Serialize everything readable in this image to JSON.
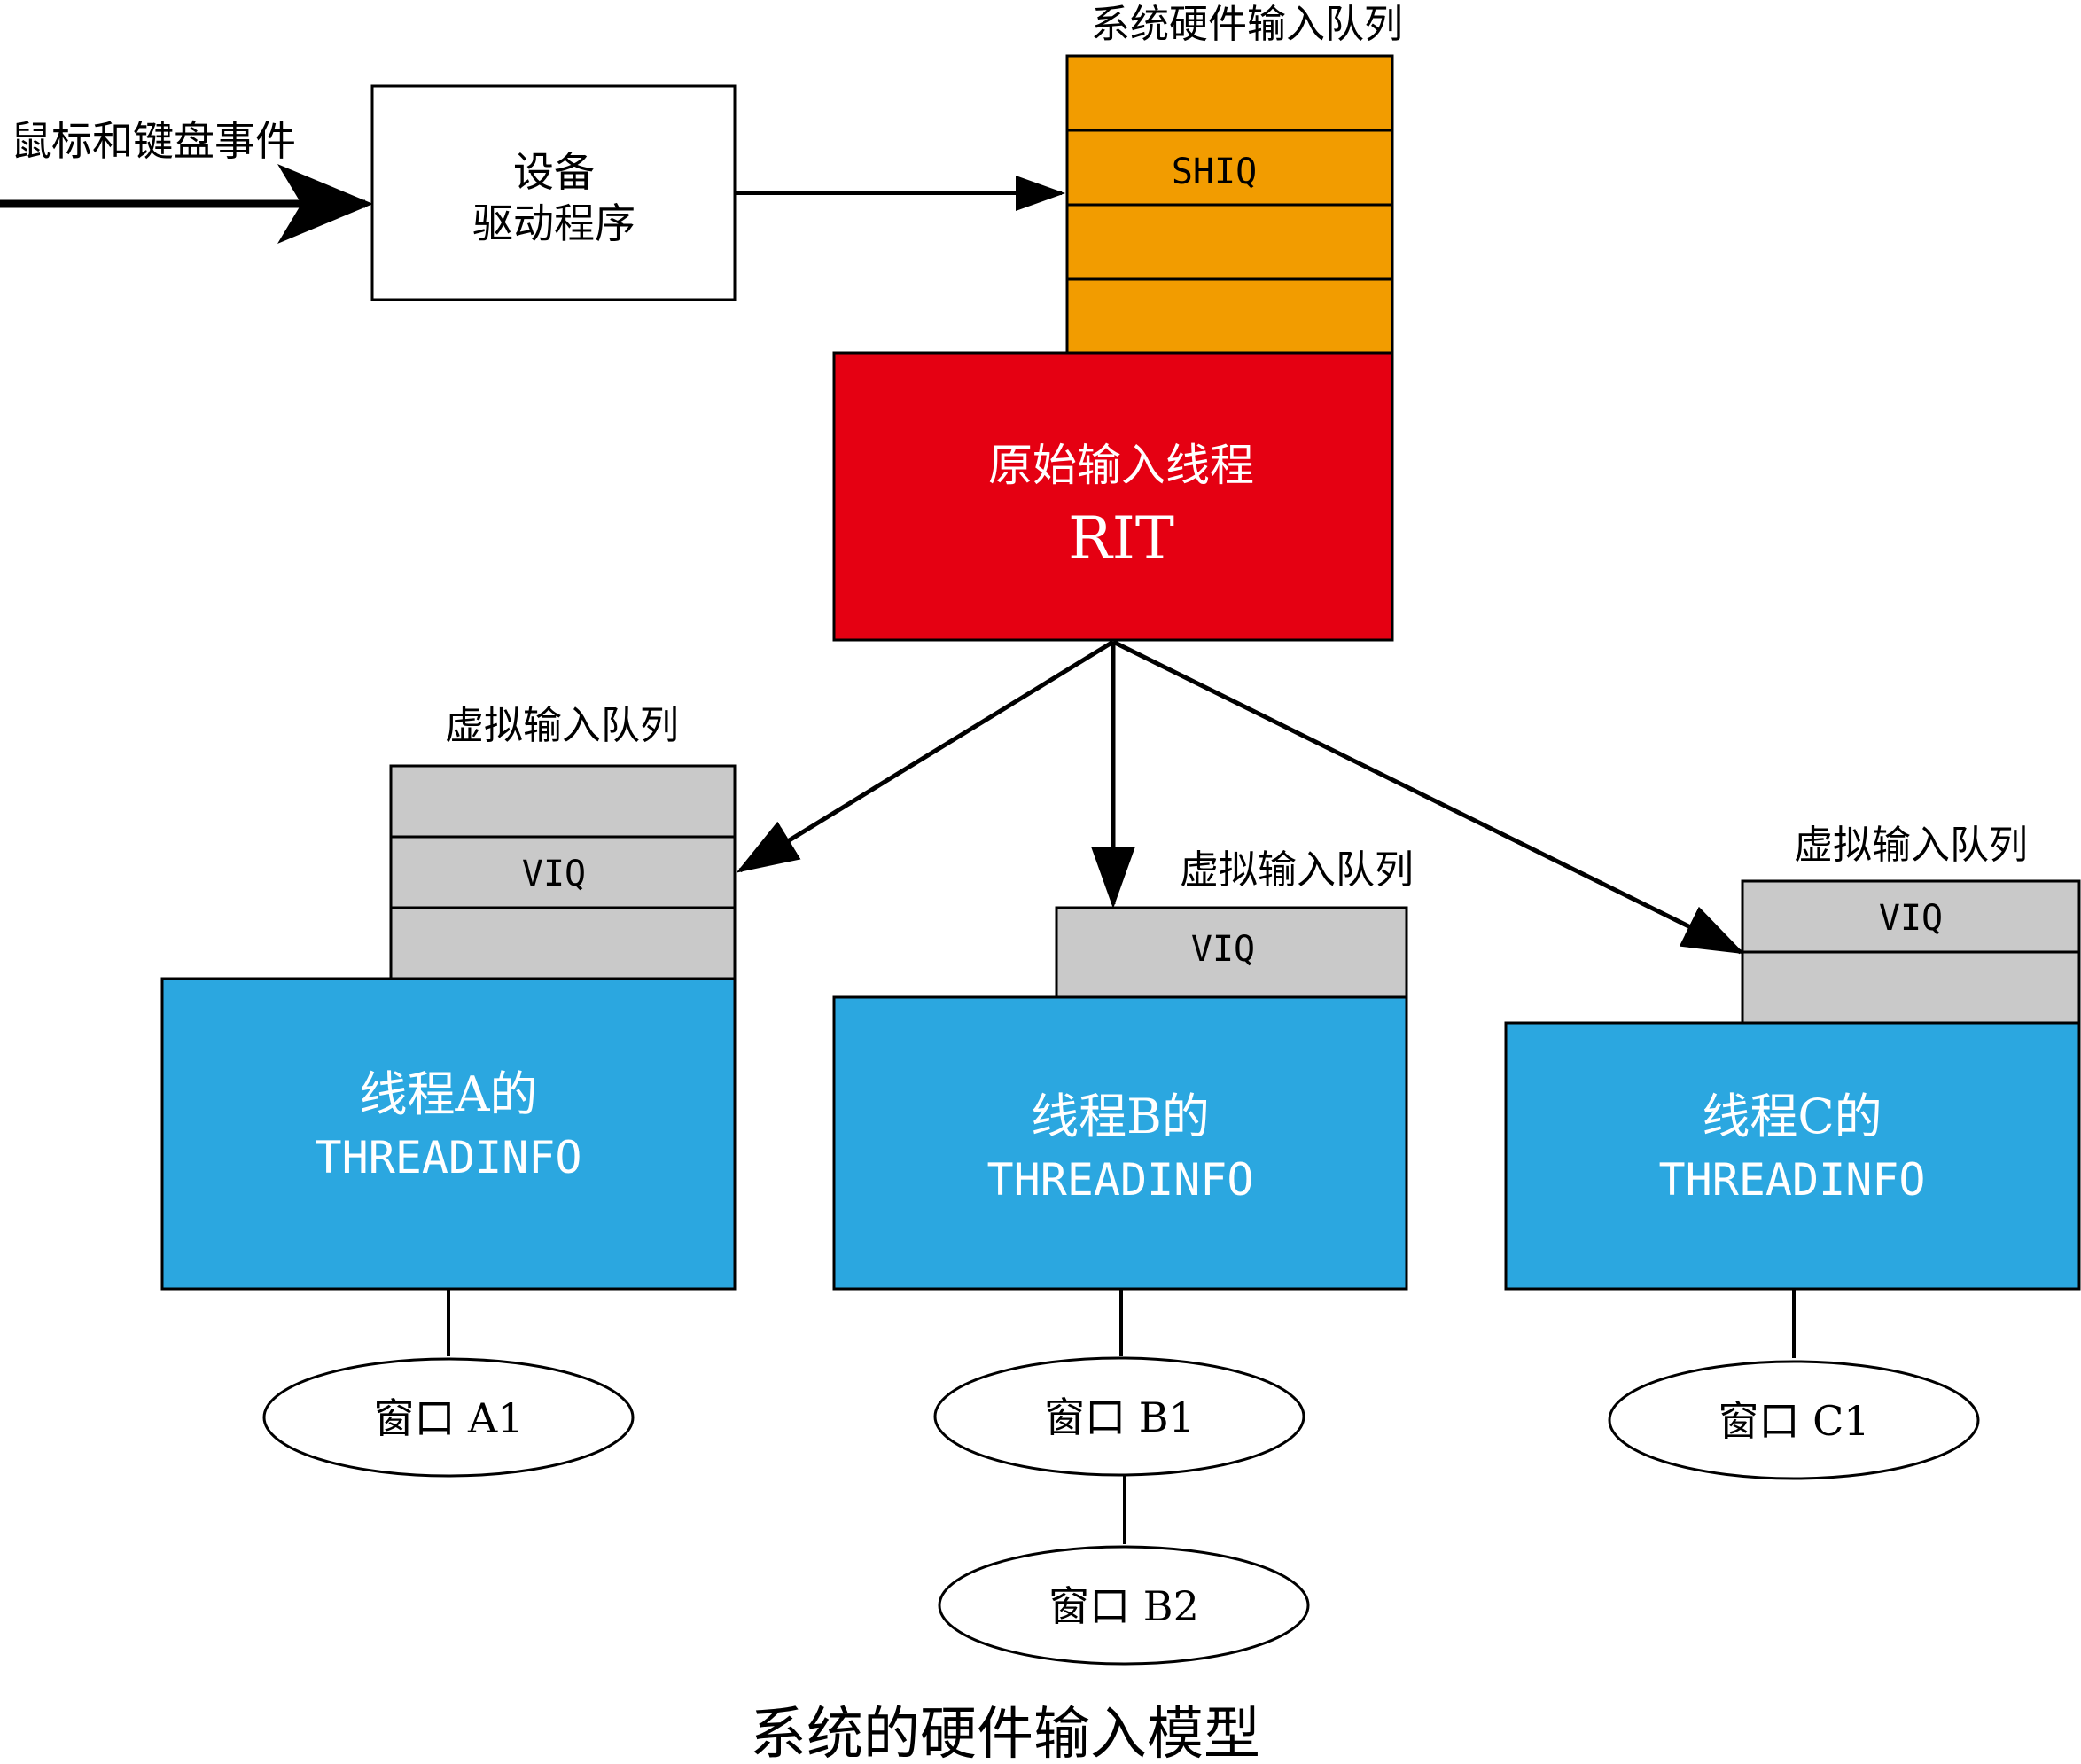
{
  "colors": {
    "shiq_fill": "#F29C00",
    "rit_fill": "#E50012",
    "viq_fill": "#C9C9C9",
    "thread_fill": "#2BA7E0",
    "line": "#000000"
  },
  "input": {
    "events_label": "鼠标和键盘事件",
    "driver_line1": "设备",
    "driver_line2": "驱动程序"
  },
  "shiq": {
    "caption": "系统硬件输入队列",
    "label": "SHIQ"
  },
  "rit": {
    "line1": "原始输入线程",
    "line2": "RIT"
  },
  "threads": [
    {
      "viq_caption": "虚拟输入队列",
      "viq_label": "VIQ",
      "line1": "线程A的",
      "line2": "THREADINFO",
      "windows": [
        "窗口 A1"
      ]
    },
    {
      "viq_caption": "虚拟输入队列",
      "viq_label": "VIQ",
      "line1": "线程B的",
      "line2": "THREADINFO",
      "windows": [
        "窗口 B1",
        "窗口 B2"
      ]
    },
    {
      "viq_caption": "虚拟输入队列",
      "viq_label": "VIQ",
      "line1": "线程C的",
      "line2": "THREADINFO",
      "windows": [
        "窗口 C1"
      ]
    }
  ],
  "figure_title": "系统的硬件输入模型"
}
